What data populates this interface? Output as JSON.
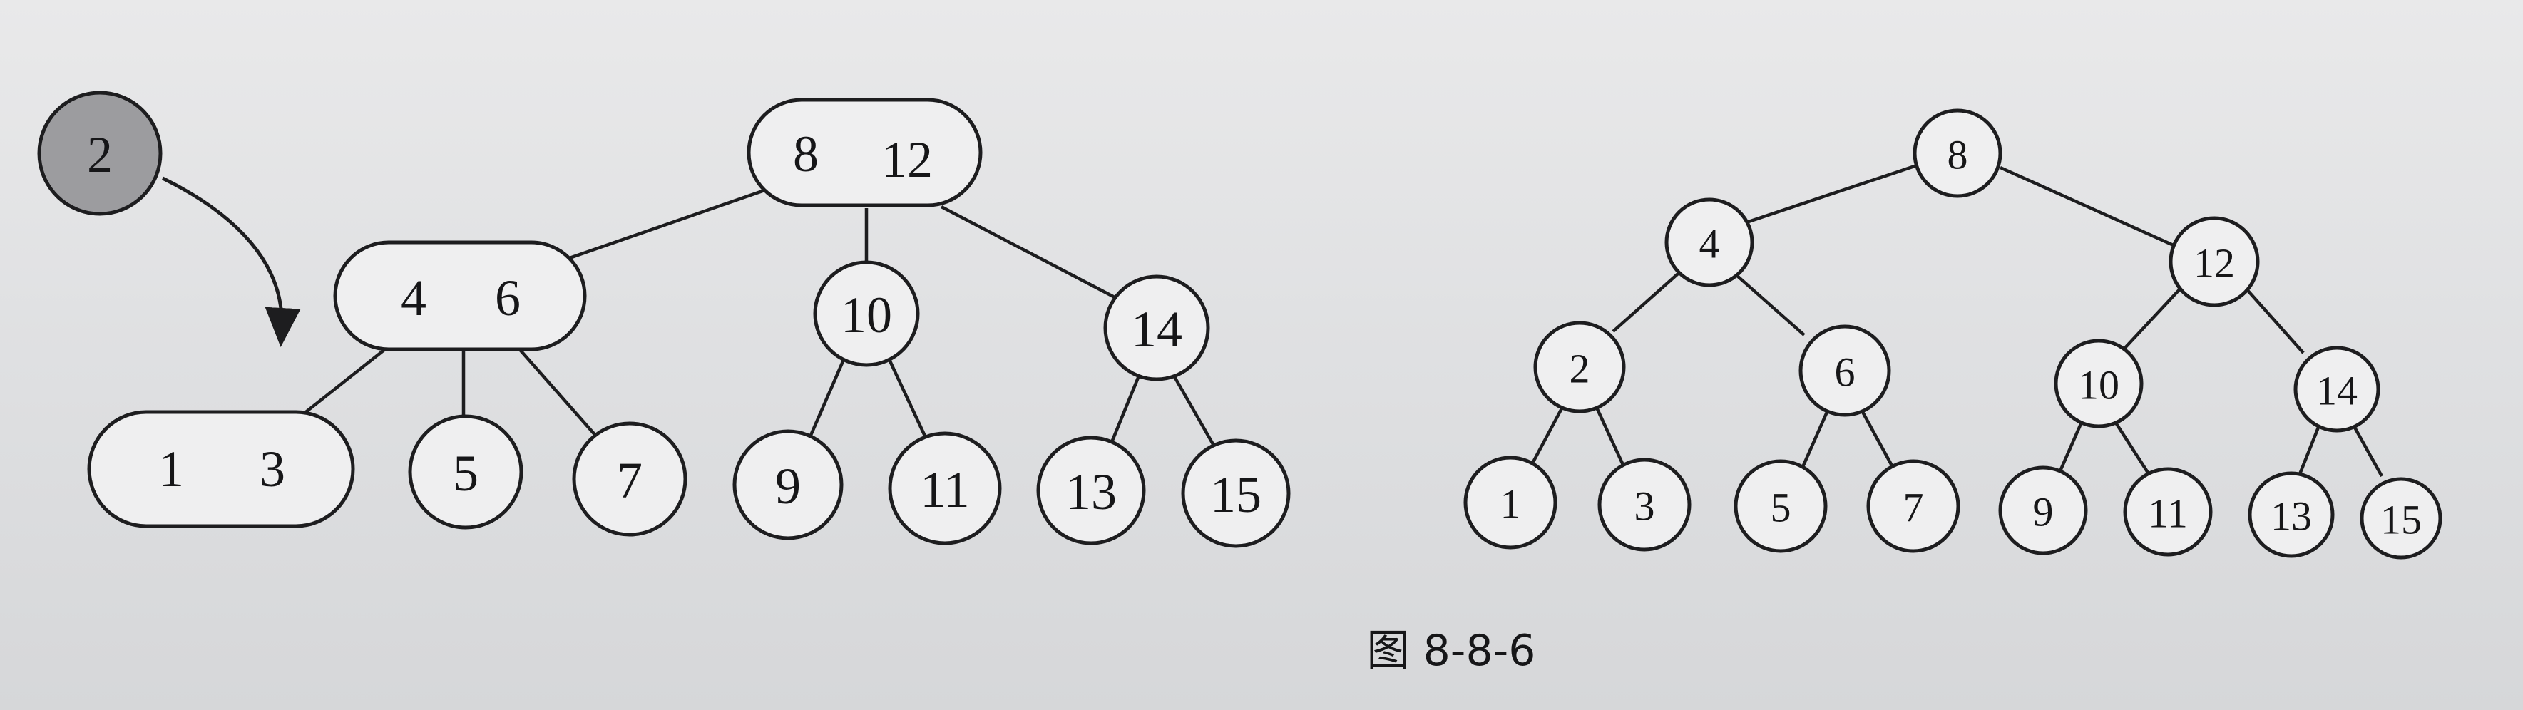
{
  "figure": {
    "caption": "图 8-8-6",
    "inserting_key": "2",
    "tree234": {
      "root": [
        "8",
        "12"
      ],
      "left": [
        "4",
        "6"
      ],
      "mid": [
        "10"
      ],
      "right": [
        "14"
      ],
      "leaf_13": [
        "1",
        "3"
      ],
      "leaf_5": [
        "5"
      ],
      "leaf_7": [
        "7"
      ],
      "leaf_9": [
        "9"
      ],
      "leaf_11": [
        "11"
      ],
      "leaf_13b": [
        "13"
      ],
      "leaf_15": [
        "15"
      ]
    },
    "bst": {
      "n8": "8",
      "n4": "4",
      "n12": "12",
      "n2": "2",
      "n6": "6",
      "n10": "10",
      "n14": "14",
      "n1": "1",
      "n3": "3",
      "n5": "5",
      "n7": "7",
      "n9": "9",
      "n11": "11",
      "n13": "13",
      "n15": "15"
    }
  }
}
